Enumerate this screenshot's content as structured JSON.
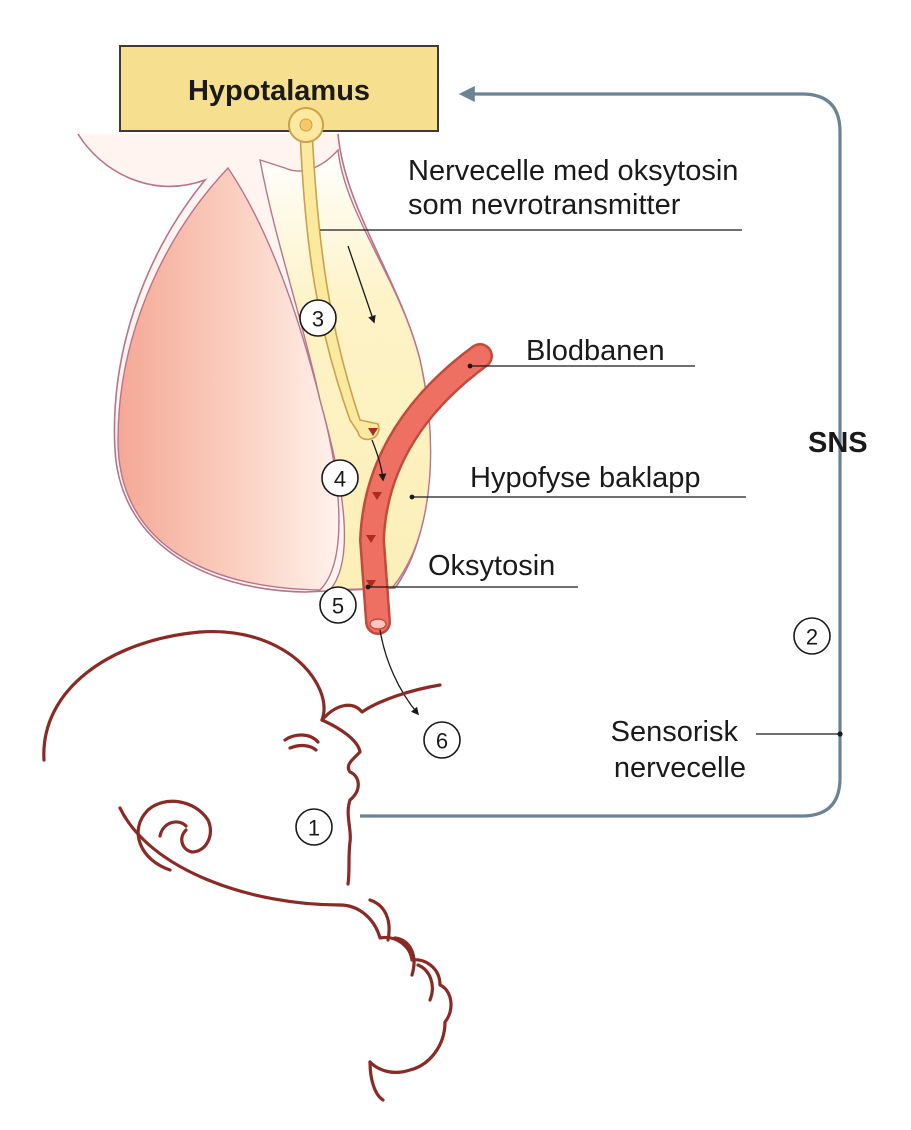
{
  "labels": {
    "hypothalamus": "Hypotalamus",
    "nerve_cell": [
      "Nervecelle med oksytosin",
      "som nevrotransmitter"
    ],
    "bloodstream": "Blodbanen",
    "posterior_pituitary": "Hypofyse baklapp",
    "oxytocin": "Oksytosin",
    "sns": "SNS",
    "sensory_nerve": [
      "Sensorisk",
      "nervecelle"
    ]
  },
  "steps": [
    "1",
    "2",
    "3",
    "4",
    "5",
    "6"
  ],
  "colors": {
    "hypothalamus_box": "#f6df8f",
    "blood_vessel": "#ee7062",
    "pituitary_lobe": "#f7b8a5",
    "posterior_lobe": "#fdf3c6",
    "feedback_line": "#6a8395",
    "baby_outline": "#8a2a24"
  }
}
